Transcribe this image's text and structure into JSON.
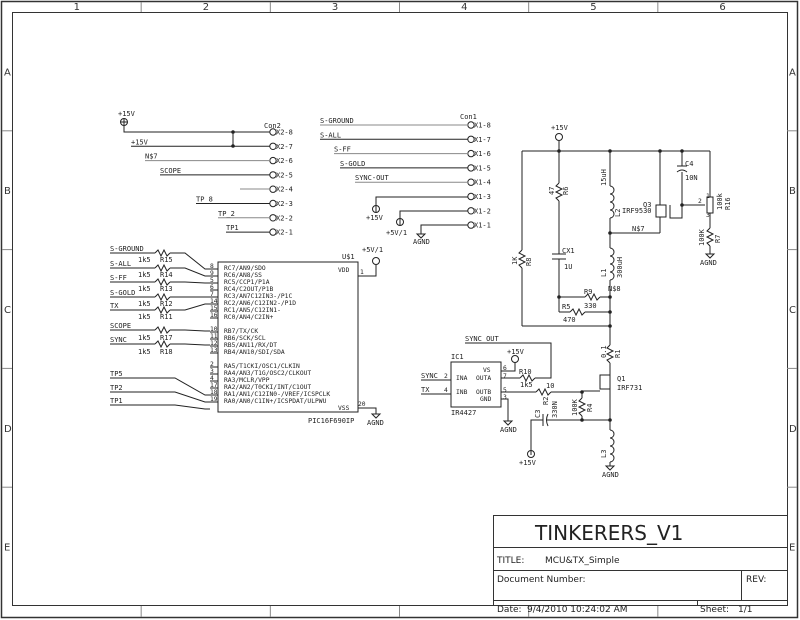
{
  "frame": {
    "columns": [
      "1",
      "2",
      "3",
      "4",
      "5",
      "6"
    ],
    "rows": [
      "A",
      "B",
      "C",
      "D",
      "E"
    ]
  },
  "title_block": {
    "project": "TINKERERS_V1",
    "title_label": "TITLE:",
    "title_value": "MCU&TX_Simple",
    "document_number_label": "Document Number:",
    "rev_label": "REV:",
    "date_label": "Date:",
    "date_value": "9/4/2010 10:24:02 AM",
    "sheet_label": "Sheet:",
    "sheet_value": "1/1"
  },
  "con2": {
    "name": "Con2",
    "pins": [
      "X2-8",
      "X2-7",
      "X2-6",
      "X2-5",
      "X2-4",
      "X2-3",
      "X2-2",
      "X2-1"
    ],
    "nets": [
      "+15V",
      "+15V",
      "N$7",
      "SCOPE",
      "",
      "TP_8",
      "TP_2",
      "TP1"
    ]
  },
  "con1": {
    "name": "Con1",
    "pins": [
      "X1-8",
      "X1-7",
      "X1-6",
      "X1-5",
      "X1-4",
      "X1-3",
      "X1-2",
      "X1-1"
    ],
    "nets": [
      "S-GROUND",
      "S-ALL",
      "S-FF",
      "S-GOLD",
      "SYNC-OUT",
      "+15V",
      "+5V/1",
      "AGND"
    ]
  },
  "mcu": {
    "ref": "U$1",
    "part": "PIC16F690IP",
    "supply": "+5V/1",
    "gnd": "AGND",
    "vdd_label": "VDD",
    "vss_label": "VSS",
    "vdd_pin": "1",
    "vss_pin": "20",
    "pins_left": [
      {
        "num": "8",
        "name": "RC7/AN9/SDO"
      },
      {
        "num": "9",
        "name": "RC6/AN8/SS"
      },
      {
        "num": "5",
        "name": "RC5/CCP1/P1A"
      },
      {
        "num": "6",
        "name": "RC4/C2OUT/P1B"
      },
      {
        "num": "7",
        "name": "RC3/AN7C12IN3-/P1C"
      },
      {
        "num": "14",
        "name": "RC2/AN6/C12IN2-/P1D"
      },
      {
        "num": "15",
        "name": "RC1/AN5/C12IN1-"
      },
      {
        "num": "16",
        "name": "RC0/AN4/C2IN+"
      },
      {
        "num": "10",
        "name": "RB7/TX/CK"
      },
      {
        "num": "11",
        "name": "RB6/SCK/SCL"
      },
      {
        "num": "12",
        "name": "RB5/AN11/RX/DT"
      },
      {
        "num": "13",
        "name": "RB4/AN10/SDI/SDA"
      },
      {
        "num": "2",
        "name": "RA5/T1CKI/OSC1/CLKIN"
      },
      {
        "num": "3",
        "name": "RA4/AN3/T1G/OSC2/CLKOUT"
      },
      {
        "num": "4",
        "name": "RA3/MCLR/VPP"
      },
      {
        "num": "17",
        "name": "RA2/AN2/T0CKI/INT/C1OUT"
      },
      {
        "num": "18",
        "name": "RA1/AN1/C12IN0-/VREF/ICSPCLK"
      },
      {
        "num": "19",
        "name": "RA0/AN0/C1IN+/ICSPDAT/ULPWU"
      }
    ]
  },
  "input_resistors": [
    {
      "net": "S-GROUND",
      "ref": "R15",
      "val": "1k5"
    },
    {
      "net": "S-ALL",
      "ref": "R14",
      "val": "1k5"
    },
    {
      "net": "S-FF",
      "ref": "R13",
      "val": "1k5"
    },
    {
      "net": "S-GOLD",
      "ref": "R12",
      "val": "1k5"
    },
    {
      "net": "TX",
      "ref": "R11",
      "val": "1k5"
    },
    {
      "net": "SCOPE",
      "ref": "R17",
      "val": "1k5"
    },
    {
      "net": "SYNC",
      "ref": "R18",
      "val": "1k5"
    }
  ],
  "tp_nets": [
    "TP5",
    "TP2",
    "TP1"
  ],
  "driver": {
    "ref": "IC1",
    "part": "IR4427",
    "pins": [
      {
        "num": "2",
        "name": "INA",
        "net": "SYNC"
      },
      {
        "num": "4",
        "name": "INB",
        "net": "TX"
      },
      {
        "num": "6",
        "name": "VS"
      },
      {
        "num": "7",
        "name": "OUTA"
      },
      {
        "num": "5",
        "name": "OUTB"
      },
      {
        "num": "3",
        "name": "GND"
      }
    ],
    "supply": "+15V",
    "gnd": "AGND",
    "sync_out": "SYNC_OUT"
  },
  "power_stage": {
    "supply": "+15V",
    "r6": {
      "ref": "R6",
      "val": "47"
    },
    "cx1": {
      "ref": "CX1",
      "val": "1U"
    },
    "r8": {
      "ref": "R8",
      "val": "1K"
    },
    "l2": {
      "ref": "L2",
      "val": "15uH"
    },
    "l1": {
      "ref": "L1",
      "val": "300uH"
    },
    "q3": {
      "ref": "Q3",
      "val": "IRF9530"
    },
    "c4": {
      "ref": "C4",
      "val": "10N"
    },
    "r16": {
      "ref": "R16",
      "val": "100k",
      "pins": [
        "1",
        "2",
        "3"
      ]
    },
    "r7": {
      "ref": "R7",
      "val": "100K"
    },
    "r9": {
      "ref": "R9",
      "val": "330"
    },
    "r5": {
      "ref": "R5",
      "val": "470"
    },
    "n7": "N$7",
    "n8": "N$8",
    "gnd": "AGND",
    "r1": {
      "ref": "R1",
      "val": "0.1"
    },
    "q1": {
      "ref": "Q1",
      "val": "IRF731"
    },
    "r10": {
      "ref": "R10",
      "val": "1k5"
    },
    "r2": {
      "ref": "R2",
      "val": "10"
    },
    "r4": {
      "ref": "R4",
      "val": "100K"
    },
    "c3": {
      "ref": "C3",
      "val": "330N"
    },
    "l3": {
      "ref": "L3"
    },
    "supply2": "+15V",
    "gnd2": "AGND"
  }
}
